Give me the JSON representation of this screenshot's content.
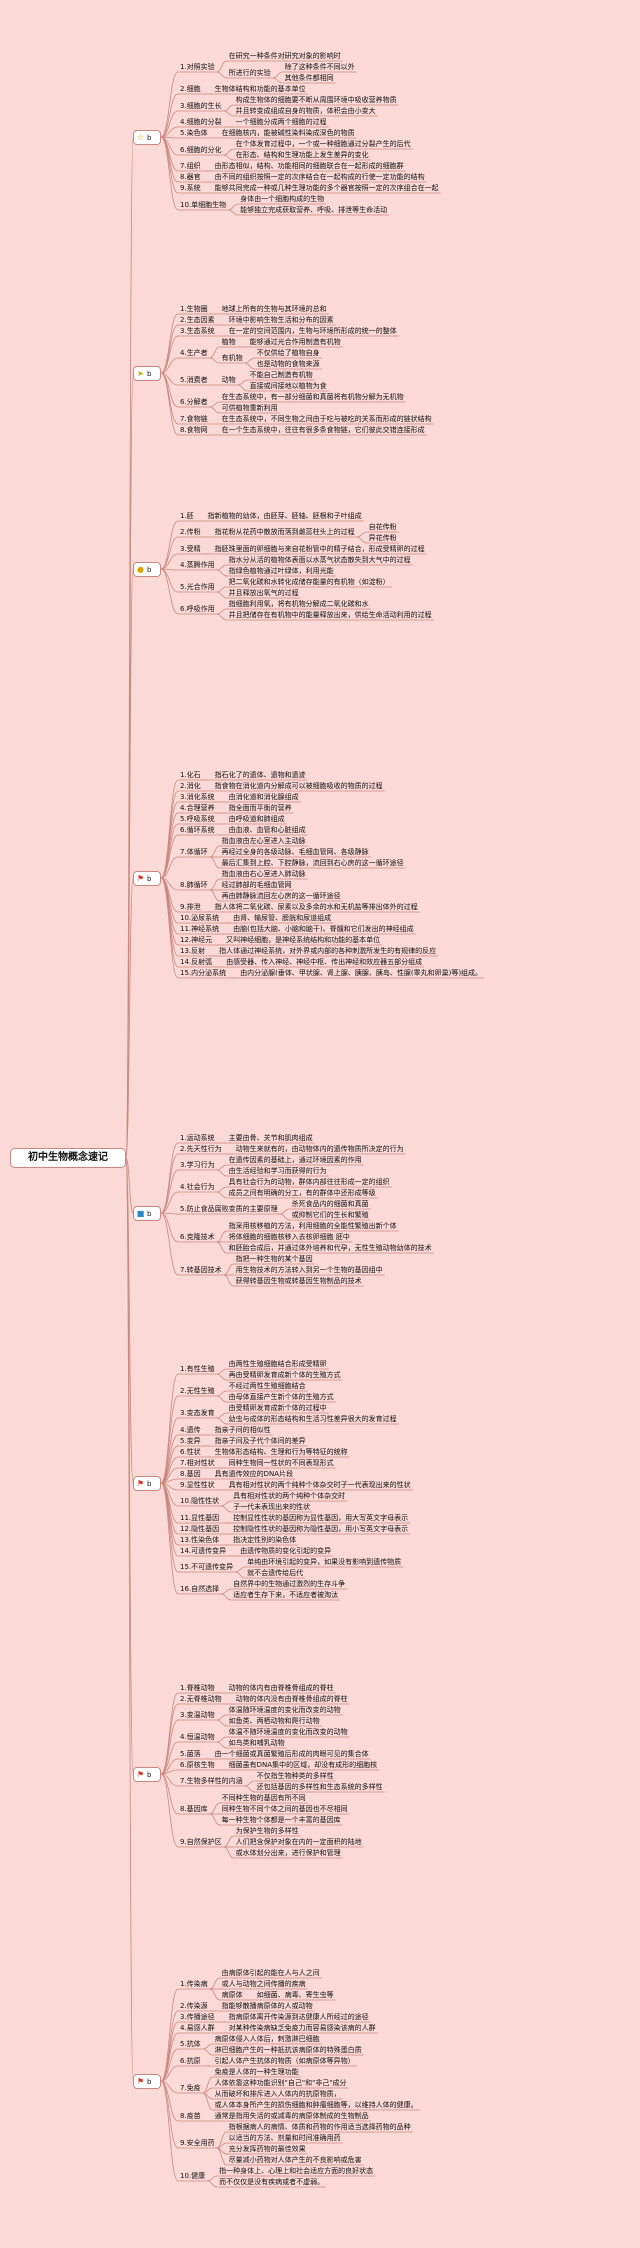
{
  "root": "初中生物概念速记",
  "branches": [
    {
      "icon": "star-icon",
      "label": "b",
      "color": "#ffffff",
      "items": [
        {
          "text": "1.对照实验",
          "children": [
            {
              "text": "在研究一种条件对研究对象的影响时"
            },
            {
              "text": "所进行的实验",
              "children": [
                {
                  "text": "除了这种条件不同以外"
                },
                {
                  "text": "其他条件都相同"
                }
              ]
            }
          ]
        },
        {
          "text": "2.细胞",
          "children": [
            {
              "text": "生物体结构和功能的基本单位"
            }
          ]
        },
        {
          "text": "3.细胞的生长",
          "children": [
            {
              "text": "构成生物体的细胞要不断从周围环境中吸收营养物质"
            },
            {
              "text": "并且转变成组成自身的物质，体积会由小变大"
            }
          ]
        },
        {
          "text": "4.细胞的分裂",
          "children": [
            {
              "text": "一个细胞分成两个细胞的过程"
            }
          ]
        },
        {
          "text": "5.染色体",
          "children": [
            {
              "text": "在细胞核内，能被碱性染料染成深色的物质"
            }
          ]
        },
        {
          "text": "6.细胞的分化",
          "children": [
            {
              "text": "在个体发育过程中，一个或一种细胞通过分裂产生的后代"
            },
            {
              "text": "在形态、结构和生理功能上发生差异的变化"
            }
          ]
        },
        {
          "text": "7.组织",
          "children": [
            {
              "text": "由形态相似，结构、功能相同的细胞联合在一起形成的细胞群"
            }
          ]
        },
        {
          "text": "8.器官",
          "children": [
            {
              "text": "由不同的组织按照一定的次序结合在一起构成的行使一定功能的结构"
            }
          ]
        },
        {
          "text": "9.系统",
          "children": [
            {
              "text": "能够共同完成一种或几种生理功能的多个器官按照一定的次序组合在一起"
            }
          ]
        },
        {
          "text": "10.单细胞生物",
          "children": [
            {
              "text": "身体由一个细胞构成的生物"
            },
            {
              "text": "能够独立完成获取营养、呼吸、排泄等生命活动"
            }
          ]
        }
      ]
    },
    {
      "icon": "send-icon",
      "label": "b",
      "color": "#ffffff",
      "items": [
        {
          "text": "1.生物圈",
          "children": [
            {
              "text": "地球上所有的生物与其环境的总和"
            }
          ]
        },
        {
          "text": "2.生态因素",
          "children": [
            {
              "text": "环境中影响生物生活和分布的因素"
            }
          ]
        },
        {
          "text": "3.生态系统",
          "children": [
            {
              "text": "在一定的空间范围内，生物与环境所形成的统一的整体"
            }
          ]
        },
        {
          "text": "4.生产者",
          "children": [
            {
              "text": "植物",
              "children": [
                {
                  "text": "能够通过光合作用制造有机物"
                }
              ]
            },
            {
              "text": "有机物",
              "children": [
                {
                  "text": "不仅供给了植物自身"
                },
                {
                  "text": "也是动物的食物来源"
                }
              ]
            }
          ]
        },
        {
          "text": "5.消费者",
          "children": [
            {
              "text": "动物",
              "children": [
                {
                  "text": "不能自己制造有机物"
                },
                {
                  "text": "直接或间接地以植物为食"
                }
              ]
            }
          ]
        },
        {
          "text": "6.分解者",
          "children": [
            {
              "text": "在生态系统中，有一部分细菌和真菌将有机物分解为无机物"
            },
            {
              "text": "可供植物重新利用"
            }
          ]
        },
        {
          "text": "7.食物链",
          "children": [
            {
              "text": "在生态系统中，不同生物之间由于吃与被吃的关系而形成的链状结构"
            }
          ]
        },
        {
          "text": "8.食物网",
          "children": [
            {
              "text": "在一个生态系统中，往往有很多条食物链，它们彼此交错连接形成"
            }
          ]
        }
      ]
    },
    {
      "icon": "lightbulb-icon",
      "label": "b",
      "color": "#ffffff",
      "items": [
        {
          "text": "1.胚",
          "children": [
            {
              "text": "指新植物的幼体，由胚芽、胚轴、胚根和子叶组成"
            }
          ]
        },
        {
          "text": "2.传粉",
          "children": [
            {
              "text": "指花粉从花药中散放而落到雌蕊柱头上的过程",
              "children": [
                {
                  "text": "自花传粉"
                },
                {
                  "text": "异花传粉"
                }
              ]
            }
          ]
        },
        {
          "text": "3.受精",
          "children": [
            {
              "text": "指胚珠里面的卵细胞与来自花粉管中的精子结合，形成受精卵的过程"
            }
          ]
        },
        {
          "text": "4.蒸腾作用",
          "children": [
            {
              "text": "指水分从活的植物体表面以水蒸气状态散失到大气中的过程"
            },
            {
              "text": "指绿色植物通过叶绿体，利用光能"
            }
          ]
        },
        {
          "text": "5.光合作用",
          "children": [
            {
              "text": "把二氧化碳和水转化成储存能量的有机物（如淀粉）"
            },
            {
              "text": "并且释放出氧气的过程"
            }
          ]
        },
        {
          "text": "6.呼吸作用",
          "children": [
            {
              "text": "指细胞利用氧，将有机物分解成二氧化碳和水"
            },
            {
              "text": "并且把储存在有机物中的能量释放出来，供给生命活动利用的过程"
            }
          ]
        }
      ]
    },
    {
      "icon": "flag-icon",
      "label": "b",
      "color": "#e0301e",
      "items": [
        {
          "text": "1.化石",
          "children": [
            {
              "text": "指石化了的遗体、遗物和遗迹"
            }
          ]
        },
        {
          "text": "2.消化",
          "children": [
            {
              "text": "指食物在消化道内分解成可以被细胞吸收的物质的过程"
            }
          ]
        },
        {
          "text": "3.消化系统",
          "children": [
            {
              "text": "由消化道和消化腺组成"
            }
          ]
        },
        {
          "text": "4.合理营养",
          "children": [
            {
              "text": "指全面而平衡的营养"
            }
          ]
        },
        {
          "text": "5.呼吸系统",
          "children": [
            {
              "text": "由呼吸道和肺组成"
            }
          ]
        },
        {
          "text": "6.循环系统",
          "children": [
            {
              "text": "由血液、血管和心脏组成"
            }
          ]
        },
        {
          "text": "7.体循环",
          "children": [
            {
              "text": "指血液由左心室进入主动脉"
            },
            {
              "text": "再经过全身的各级动脉、毛细血管网、各级静脉"
            },
            {
              "text": "最后汇集到上腔、下腔静脉，流回到右心房的这一循环途径"
            }
          ]
        },
        {
          "text": "8.肺循环",
          "children": [
            {
              "text": "指血液由右心室进入肺动脉"
            },
            {
              "text": "经过肺部的毛细血管网"
            },
            {
              "text": "再由肺静脉流回左心房的这一循环途径"
            }
          ]
        },
        {
          "text": "9.排泄",
          "children": [
            {
              "text": "指人体将二氧化碳、尿素以及多余的水和无机盐等排出体外的过程"
            }
          ]
        },
        {
          "text": "10.泌尿系统",
          "children": [
            {
              "text": "由肾、输尿管、膀胱和尿道组成"
            }
          ]
        },
        {
          "text": "11.神经系统",
          "children": [
            {
              "text": "由脑(包括大脑、小脑和脑干)、脊髓和它们发出的神经组成"
            }
          ]
        },
        {
          "text": "12.神经元",
          "children": [
            {
              "text": "又叫神经细胞，是神经系统结构和功能的基本单位"
            }
          ]
        },
        {
          "text": "13.反射",
          "children": [
            {
              "text": "指人体通过神经系统，对外界或内部的各种刺激所发生的有规律的反应"
            }
          ]
        },
        {
          "text": "14.反射弧",
          "children": [
            {
              "text": "由感受器、传入神经、神经中枢、传出神经和效应器五部分组成"
            }
          ]
        },
        {
          "text": "15.内分泌系统",
          "children": [
            {
              "text": "由内分泌腺(垂体、甲状腺、肾上腺、胰腺、胰岛、性腺(睾丸和卵巢)等)组成。"
            }
          ]
        }
      ]
    },
    {
      "icon": "bookmark-icon",
      "label": "b",
      "color": "#2e86c8",
      "items": [
        {
          "text": "1.运动系统",
          "children": [
            {
              "text": "主要由骨、关节和肌肉组成"
            }
          ]
        },
        {
          "text": "2.先天性行为",
          "children": [
            {
              "text": "动物生来就有的，由动物体内的遗传物质所决定的行为"
            }
          ]
        },
        {
          "text": "3.学习行为",
          "children": [
            {
              "text": "在遗传因素的基础上，通过环境因素的作用"
            },
            {
              "text": "由生活经验和学习而获得的行为"
            }
          ]
        },
        {
          "text": "4.社会行为",
          "children": [
            {
              "text": "具有社会行为的动物，群体内部往往形成一定的组织"
            },
            {
              "text": "成员之间有明确的分工，有的群体中还形成等级"
            }
          ]
        },
        {
          "text": "5.防止食品腐败变质的主要原理",
          "children": [
            {
              "text": "杀死食品内的细菌和真菌"
            },
            {
              "text": "或抑制它们的生长和繁殖"
            }
          ]
        },
        {
          "text": "6.克隆技术",
          "children": [
            {
              "text": "指采用核移植的方法，利用细胞的全能性繁殖出新个体"
            },
            {
              "text": "将体细胞的细胞核移入去核卵细胞 胚中"
            },
            {
              "text": "和胚胎合成后，并通过体外培养和代孕，无性生殖动物幼体的技术"
            }
          ]
        },
        {
          "text": "7.转基因技术",
          "children": [
            {
              "text": "指把一种生物的某个基因"
            },
            {
              "text": "用生物技术的方法转入到另一个生物的基因组中"
            },
            {
              "text": "获得转基因生物或转基因生物制品的技术"
            }
          ]
        }
      ]
    },
    {
      "icon": "flag-icon",
      "label": "b",
      "color": "#e0301e",
      "items": [
        {
          "text": "1.有性生殖",
          "children": [
            {
              "text": "由两性生殖细胞结合形成受精卵"
            },
            {
              "text": "再由受精卵发育成新个体的生殖方式"
            }
          ]
        },
        {
          "text": "2.无性生殖",
          "children": [
            {
              "text": "不经过两性生殖细胞结合"
            },
            {
              "text": "由母体直接产生新个体的生殖方式"
            }
          ]
        },
        {
          "text": "3.变态发育",
          "children": [
            {
              "text": "由受精卵发育成新个体的过程中"
            },
            {
              "text": "幼虫与成体的形态结构和生活习性差异很大的发育过程"
            }
          ]
        },
        {
          "text": "4.遗传",
          "children": [
            {
              "text": "指亲子间的相似性"
            }
          ]
        },
        {
          "text": "5.变异",
          "children": [
            {
              "text": "指亲子间及子代个体间的差异"
            }
          ]
        },
        {
          "text": "6.性状",
          "children": [
            {
              "text": "生物体形态结构、生理和行为等特征的统称"
            }
          ]
        },
        {
          "text": "7.相对性状",
          "children": [
            {
              "text": "同种生物同一性状的不同表现形式"
            }
          ]
        },
        {
          "text": "8.基因",
          "children": [
            {
              "text": "具有遗传效应的DNA片段"
            }
          ]
        },
        {
          "text": "9.显性性状",
          "children": [
            {
              "text": "具有相对性状的两个纯种个体杂交时子一代表现出来的性状"
            }
          ]
        },
        {
          "text": "10.隐性性状",
          "children": [
            {
              "text": "具有相对性状的两个纯种个体杂交时"
            },
            {
              "text": "子一代未表现出来的性状"
            }
          ]
        },
        {
          "text": "11.显性基因",
          "children": [
            {
              "text": "控制显性性状的基因称为显性基因，用大写英文字母表示"
            }
          ]
        },
        {
          "text": "12.隐性基因",
          "children": [
            {
              "text": "控制隐性性状的基因称为隐性基因，用小写英文字母表示"
            }
          ]
        },
        {
          "text": "13.性染色体",
          "children": [
            {
              "text": "指决定性别的染色体"
            }
          ]
        },
        {
          "text": "14.可遗传变异",
          "children": [
            {
              "text": "由遗传物质的变化引起的变异"
            }
          ]
        },
        {
          "text": "15.不可遗传变异",
          "children": [
            {
              "text": "单纯由环境引起的变异，如果没有影响到遗传物质"
            },
            {
              "text": "就不会遗传给后代"
            }
          ]
        },
        {
          "text": "16.自然选择",
          "children": [
            {
              "text": "自然界中的生物通过激烈的生存斗争"
            },
            {
              "text": "适应者生存下来，不适应者被淘汰"
            }
          ]
        }
      ]
    },
    {
      "icon": "flag-icon",
      "label": "b",
      "color": "#e0301e",
      "items": [
        {
          "text": "1.脊椎动物",
          "children": [
            {
              "text": "动物的体内有由脊椎骨组成的脊柱"
            }
          ]
        },
        {
          "text": "2.无脊椎动物",
          "children": [
            {
              "text": "动物的体内没有由脊椎骨组成的脊柱"
            }
          ]
        },
        {
          "text": "3.变温动物",
          "children": [
            {
              "text": "体温随环境温度的变化而改变的动物"
            },
            {
              "text": "如鱼类、两栖动物和爬行动物"
            }
          ]
        },
        {
          "text": "4.恒温动物",
          "children": [
            {
              "text": "体温不随环境温度的变化而改变的动物"
            },
            {
              "text": "如鸟类和哺乳动物"
            }
          ]
        },
        {
          "text": "5.菌落",
          "children": [
            {
              "text": "由一个细菌或真菌繁殖后形成的肉眼可见的集合体"
            }
          ]
        },
        {
          "text": "6.原核生物",
          "children": [
            {
              "text": "细菌虽有DNA集中的区域，却没有成形的细胞核"
            }
          ]
        },
        {
          "text": "7.生物多样性的内涵",
          "children": [
            {
              "text": "不仅指生物种类的多样性"
            },
            {
              "text": "还包括基因的多样性和生态系统的多样性"
            }
          ]
        },
        {
          "text": "8.基因库",
          "children": [
            {
              "text": "不同种生物的基因有所不同"
            },
            {
              "text": "同种生物不同个体之间的基因也不尽相同"
            },
            {
              "text": "每一种生物个体都是一个丰富的基因库"
            }
          ]
        },
        {
          "text": "9.自然保护区",
          "children": [
            {
              "text": "为保护生物的多样性"
            },
            {
              "text": "人们把含保护对象在内的一定面积的陆地"
            },
            {
              "text": "或水体划分出来，进行保护和管理"
            }
          ]
        }
      ]
    },
    {
      "icon": "flag-icon",
      "label": "b",
      "color": "#e0301e",
      "items": [
        {
          "text": "1.传染病",
          "children": [
            {
              "text": "由病原体引起的能在人与人之间"
            },
            {
              "text": "或人与动物之间传播的疾病"
            },
            {
              "text": "病原体",
              "children": [
                {
                  "text": "如细菌、病毒、寄生虫等"
                }
              ]
            }
          ]
        },
        {
          "text": "2.传染源",
          "children": [
            {
              "text": "指能够散播病原体的人或动物"
            }
          ]
        },
        {
          "text": "3.传播途径",
          "children": [
            {
              "text": "指病原体离开传染源到达健康人所经过的途径"
            }
          ]
        },
        {
          "text": "4.易感人群",
          "children": [
            {
              "text": "对某种传染病缺乏免疫力而容易感染该病的人群"
            }
          ]
        },
        {
          "text": "5.抗体",
          "children": [
            {
              "text": "病原体侵入人体后，刺激淋巴细胞"
            },
            {
              "text": "淋巴细胞产生的一种抵抗该病原体的特殊蛋白质"
            }
          ]
        },
        {
          "text": "6.抗原",
          "children": [
            {
              "text": "引起人体产生抗体的物质（如病原体等异物）"
            }
          ]
        },
        {
          "text": "7.免疫",
          "children": [
            {
              "text": "免疫是人体的一种生理功能"
            },
            {
              "text": "人体依靠这种功能识别\"自己\"和\"非己\"成分"
            },
            {
              "text": "从而破坏和排斥进入人体内的抗原物质，"
            },
            {
              "text": "或人体本身所产生的损伤细胞和肿瘤细胞等，以维持人体的健康。"
            }
          ]
        },
        {
          "text": "8.疫苗",
          "children": [
            {
              "text": "通常是指用失活的或减毒的病原体制成的生物制品"
            }
          ]
        },
        {
          "text": "9.安全用药",
          "children": [
            {
              "text": "指根据病人的病情、体质和药物的作用适当选择药物的品种"
            },
            {
              "text": "以适当的方法、剂量和时间准确用药"
            },
            {
              "text": "充分发挥药物的最佳效果"
            },
            {
              "text": "尽量减小药物对人体产生的不良影响或危害"
            }
          ]
        },
        {
          "text": "10.健康",
          "children": [
            {
              "text": "指一种身体上、心理上和社会适应方面的良好状态"
            },
            {
              "text": "而不仅仅是没有疾病或者不虚弱。"
            }
          ]
        }
      ]
    }
  ]
}
